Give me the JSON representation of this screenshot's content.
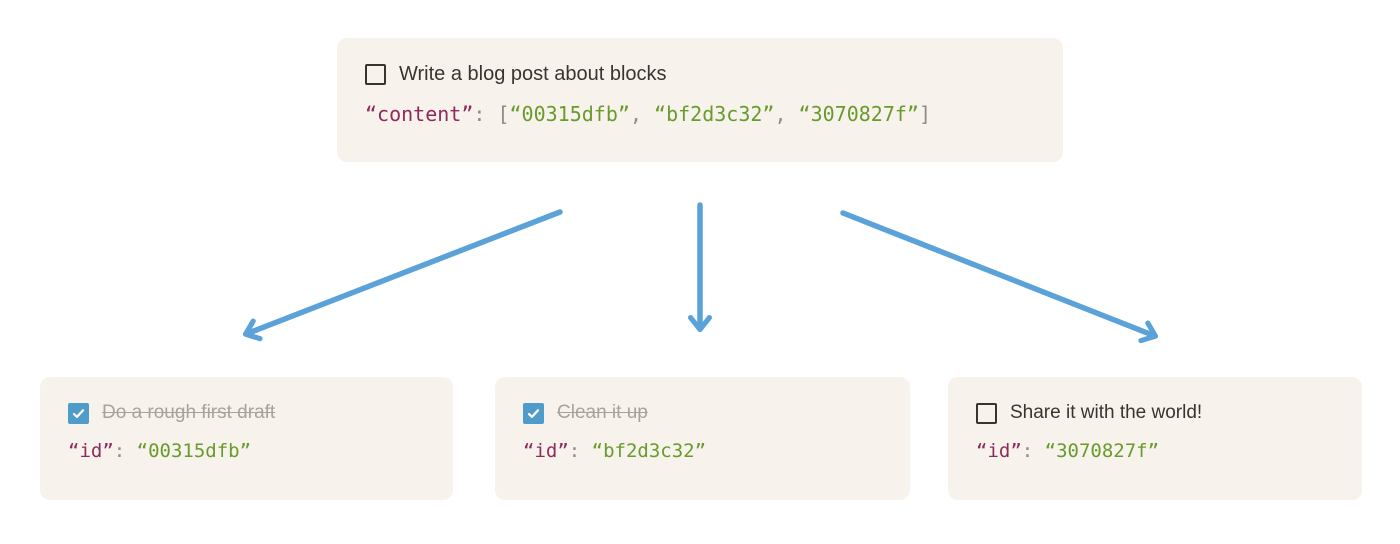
{
  "colors": {
    "page_bg": "#ffffff",
    "card_bg": "#f7f3ec",
    "text": "#38352f",
    "done_text": "#a7a39b",
    "code_punctuation": "#8f8c85",
    "code_key": "#8f2b5c",
    "code_string": "#689b2c",
    "checkbox_checked_bg": "#4f9cca",
    "checkbox_border": "#38352f",
    "arrow": "#5aa2d8"
  },
  "parent_block": {
    "todo": {
      "label": "Write a blog post about blocks",
      "checked": false
    },
    "code": {
      "key": "“content”",
      "colon": ": ",
      "bracket_open": "[",
      "comma": ", ",
      "bracket_close": "]",
      "values": [
        "“00315dfb”",
        "“bf2d3c32”",
        "“3070827f”"
      ]
    }
  },
  "child_blocks": [
    {
      "todo": {
        "label": "Do a rough first draft",
        "checked": true
      },
      "code": {
        "key": "“id”",
        "colon": ": ",
        "value": "“00315dfb”"
      }
    },
    {
      "todo": {
        "label": "Clean it up",
        "checked": true
      },
      "code": {
        "key": "“id”",
        "colon": ": ",
        "value": "“bf2d3c32”"
      }
    },
    {
      "todo": {
        "label": "Share it with the world!",
        "checked": false
      },
      "code": {
        "key": "“id”",
        "colon": ": ",
        "value": "“3070827f”"
      }
    }
  ]
}
